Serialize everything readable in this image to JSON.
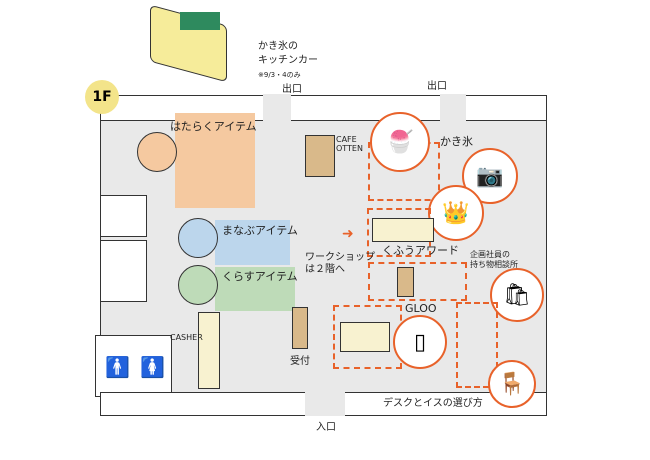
{
  "floor_label": "1F",
  "kitchen_car": {
    "title_line1": "かき氷の",
    "title_line2": "キッチンカー",
    "note": "※9/3・4のみ"
  },
  "exits": [
    "出口",
    "出口"
  ],
  "entrance": "入口",
  "zones": {
    "hataraku": "はたらくアイテム",
    "manabu": "まなぶアイテム",
    "kurasu": "くらすアイテム"
  },
  "cafe": {
    "line1": "CAFE",
    "line2": "OTTEN"
  },
  "kakigori": "かき氷",
  "workshop": {
    "line1": "ワークショップ",
    "line2": "は２階へ"
  },
  "kufuu_award": "くふうアワード",
  "consult": {
    "line1": "企画社員の",
    "line2": "持ち物相談所"
  },
  "gloo": "GLOO",
  "casher": "CASHER",
  "reception": "受付",
  "desk_chair": "デスクとイスの選び方",
  "colors": {
    "accent": "#e8622a",
    "hataraku": "#f5c9a0",
    "manabu": "#bcd6ec",
    "kurasu": "#bedbb8",
    "floor": "#e9e9e9",
    "badge": "#f3e48a"
  }
}
